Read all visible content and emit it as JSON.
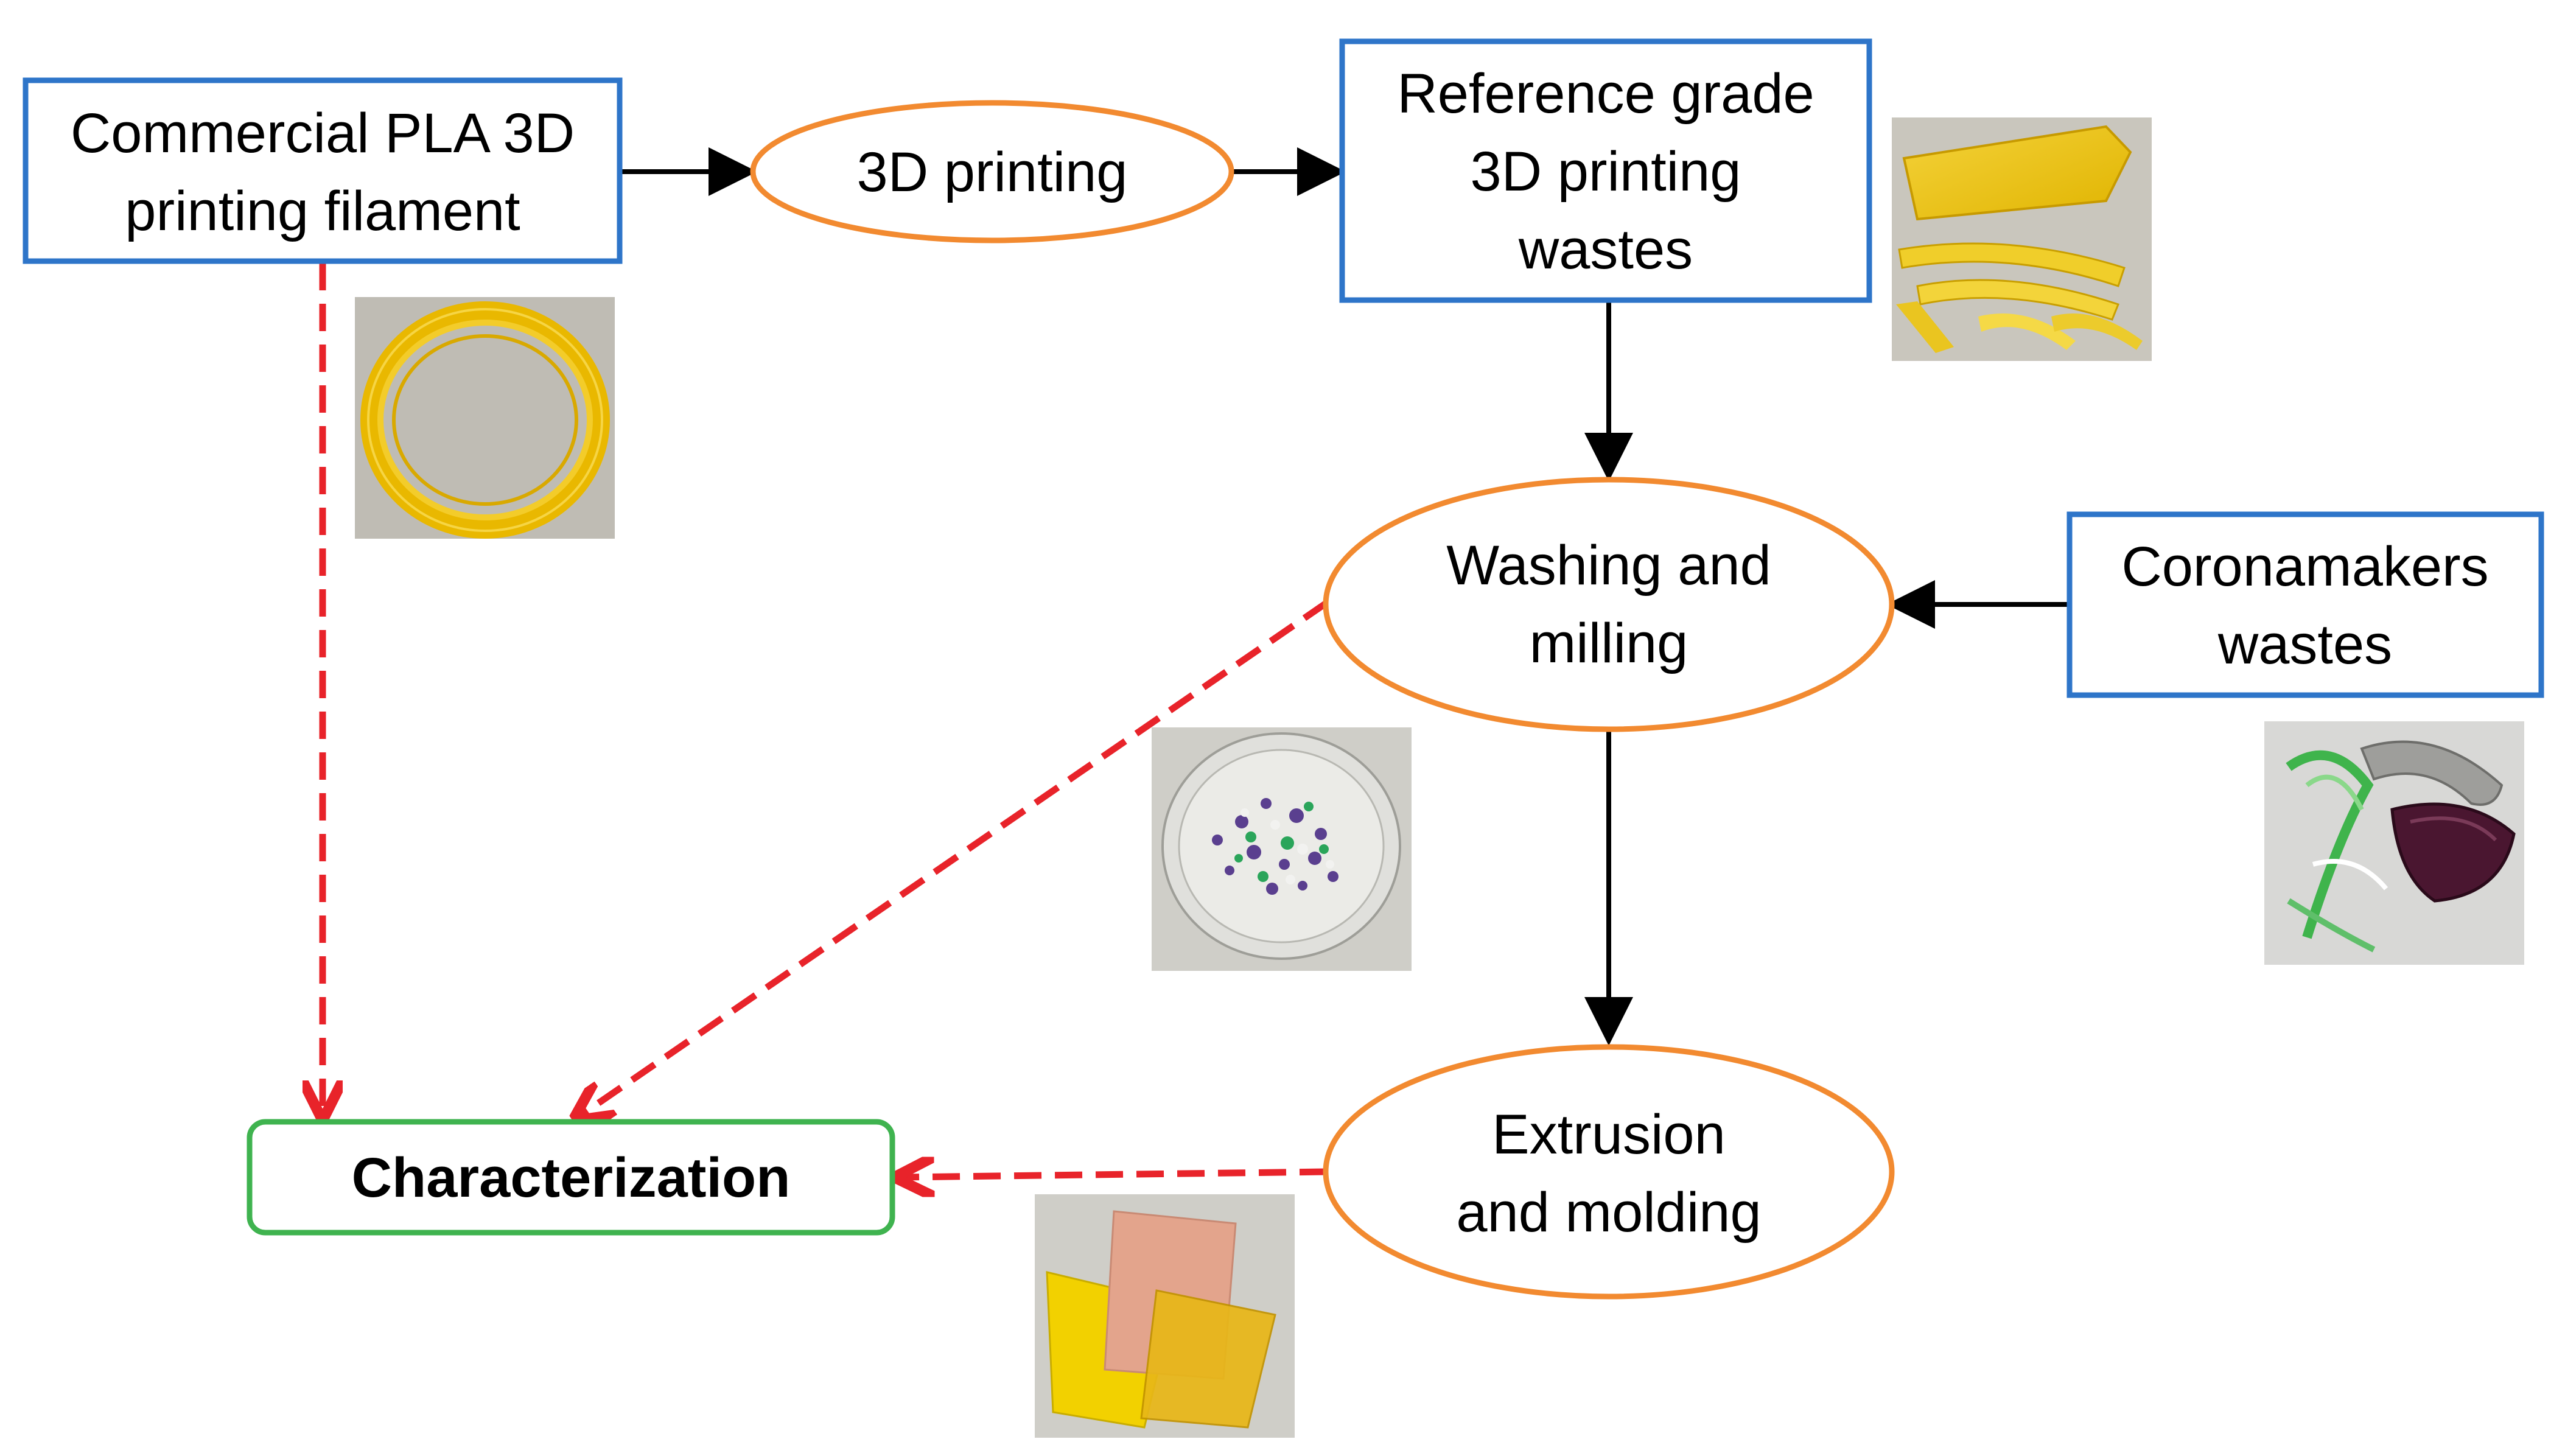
{
  "nodes": {
    "filament": {
      "lines": [
        "Commercial PLA 3D",
        "printing filament"
      ]
    },
    "printing": {
      "lines": [
        "3D printing"
      ]
    },
    "reference": {
      "lines": [
        "Reference grade",
        "3D printing",
        "wastes"
      ]
    },
    "washing": {
      "lines": [
        "Washing and",
        "milling"
      ]
    },
    "coronamakers": {
      "lines": [
        "Coronamakers",
        "wastes"
      ]
    },
    "extrusion": {
      "lines": [
        "Extrusion",
        "and molding"
      ]
    },
    "characterization": {
      "lines": [
        "Characterization"
      ]
    }
  },
  "photos": {
    "filament_coil": "yellow PLA filament coil",
    "reference_wastes": "yellow printed waste strips",
    "milled_flakes": "milled flakes on glass dish",
    "coronamakers_wastes": "face shield wastes",
    "molded_sheets": "molded sheets"
  },
  "colors": {
    "process_box": "#2e75c9",
    "process_ellipse": "#f28a30",
    "characterization_box": "#3fb34f",
    "solid_arrow": "#000000",
    "dashed_arrow": "#e8232a"
  }
}
